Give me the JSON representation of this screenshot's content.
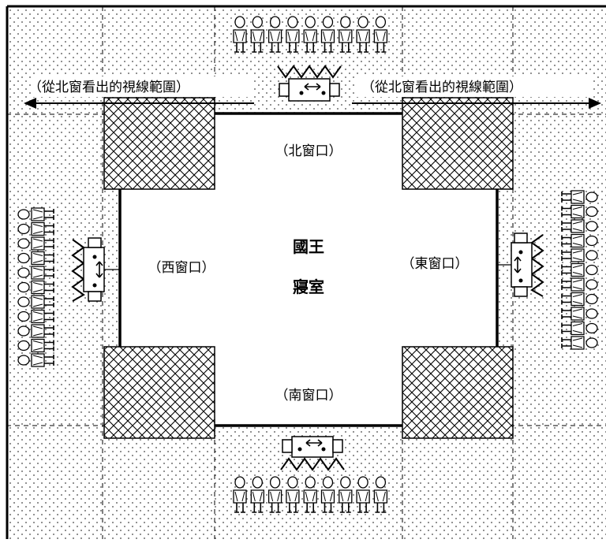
{
  "labels": {
    "sight_left": "（從北窗看出的視線範圍）",
    "sight_right": "（從北窗看出的視線範圍）",
    "north_window": "（北窗口）",
    "south_window": "（南窗口）",
    "west_window": "（西窗口）",
    "east_window": "（東窗口）",
    "center_line1": "國王",
    "center_line2": "寢室"
  },
  "crowds": {
    "north_count": 9,
    "south_count": 9,
    "west_count": 11,
    "east_count": 11
  },
  "icons": {
    "guards": "guard-figure-icon",
    "persons": "person-figure-icon",
    "pillars": "crosshatch-pillar"
  }
}
